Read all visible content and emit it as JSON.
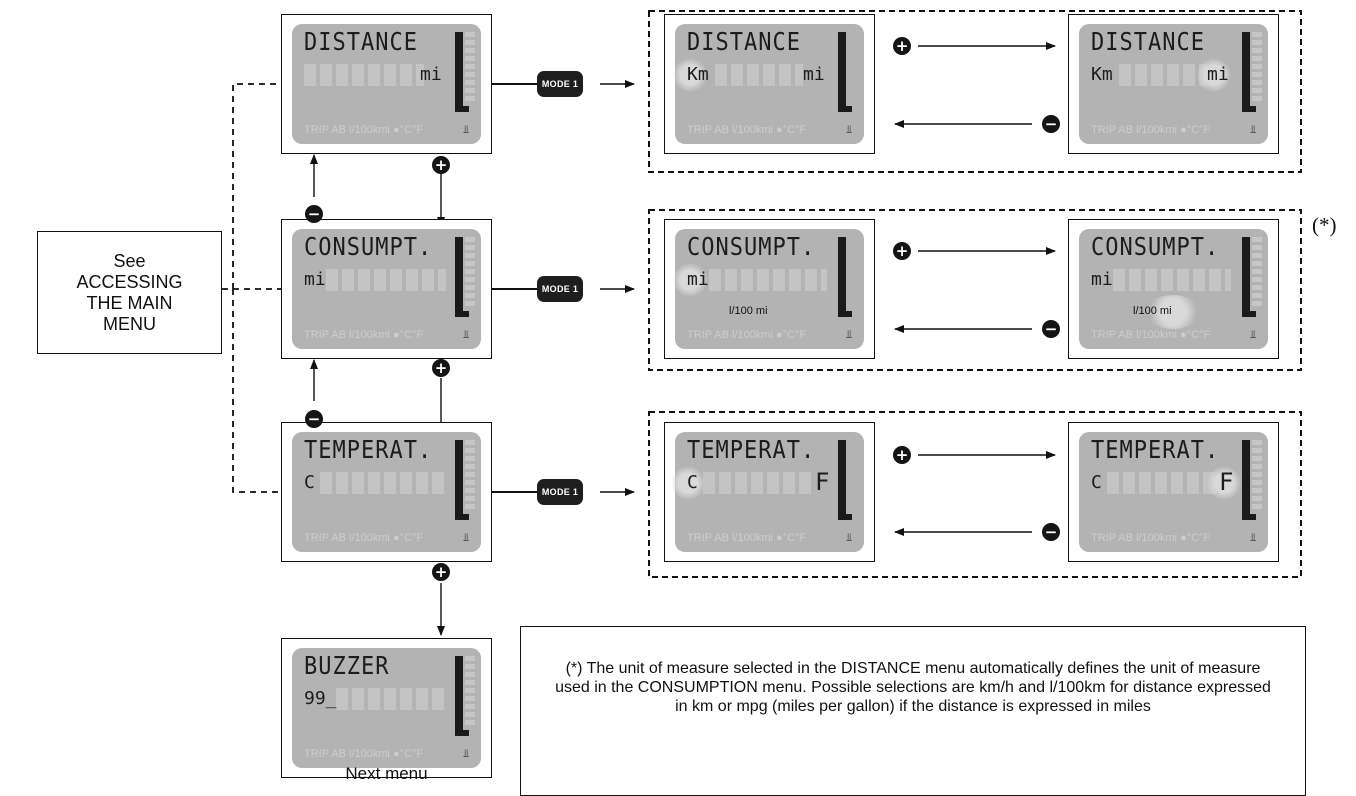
{
  "see_box": {
    "line1": "See",
    "line2": "ACCESSING",
    "line3": "THE MAIN",
    "line4": "MENU"
  },
  "mode_button_label": "MODE 1",
  "lcd_footer": "TRIP AB l/100kmi ●°C°F",
  "thermometer_symbol": "⫫",
  "distance": {
    "menu": {
      "title": "DISTANCE",
      "value_right": "mi"
    },
    "km_option": {
      "title": "DISTANCE",
      "value_left": "Km",
      "value_right": "mi"
    },
    "mi_option": {
      "title": "DISTANCE",
      "value_left": "Km",
      "value_right": "mi"
    }
  },
  "consumption": {
    "menu": {
      "title": "CONSUMPT.",
      "value_left": "mi"
    },
    "option_a": {
      "title": "CONSUMPT.",
      "value_left": "mi",
      "unit": "l/100  mi"
    },
    "option_b": {
      "title": "CONSUMPT.",
      "value_left": "mi",
      "unit": "l/100  mi"
    }
  },
  "temperature": {
    "menu": {
      "title": "TEMPERAT.",
      "value_left": "C"
    },
    "c_option": {
      "title": "TEMPERAT.",
      "value_left": "C",
      "value_right": "F"
    },
    "f_option": {
      "title": "TEMPERAT.",
      "value_left": "C",
      "value_right": "F"
    }
  },
  "buzzer": {
    "title": "BUZZER",
    "value_left": "99_"
  },
  "plus_symbol": "+",
  "minus_symbol": "−",
  "next_menu_label": "Next menu",
  "asterisk_label": "(*)",
  "note_text": "(*) The unit of measure selected in the DISTANCE menu automatically defines the unit of measure used in the CONSUMPTION menu. Possible selections are km/h and l/100km for distance expressed in km or mpg (miles per gallon) if the distance is expressed in miles"
}
